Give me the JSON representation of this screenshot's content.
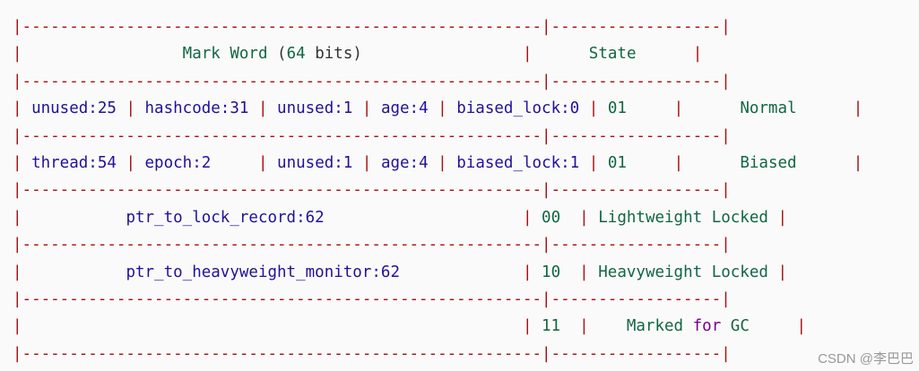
{
  "table": {
    "sep": "|-------------------------------------------------------|------------------|",
    "header": {
      "prefix": "|                 ",
      "w1": "Mark",
      "sp1": " ",
      "w2": "Word",
      "sp2": " (",
      "num": "64",
      "sp3": " ",
      "bits": "bits",
      "close": ")",
      "pad": "                 |      ",
      "state": "State",
      "end": "      |"
    },
    "rows": [
      {
        "segments": [
          {
            "t": "| ",
            "c": "red"
          },
          {
            "t": "unused:25",
            "c": "blue"
          },
          {
            "t": " | ",
            "c": "red"
          },
          {
            "t": "hashcode:31",
            "c": "blue"
          },
          {
            "t": " | ",
            "c": "red"
          },
          {
            "t": "unused:1",
            "c": "blue"
          },
          {
            "t": " | ",
            "c": "red"
          },
          {
            "t": "age:4",
            "c": "blue"
          },
          {
            "t": " | ",
            "c": "red"
          },
          {
            "t": "biased_lock:0",
            "c": "blue"
          },
          {
            "t": " | ",
            "c": "red"
          },
          {
            "t": "01",
            "c": "green"
          },
          {
            "t": "     |      ",
            "c": "red"
          },
          {
            "t": "Normal",
            "c": "green"
          },
          {
            "t": "      |",
            "c": "red"
          }
        ]
      },
      {
        "segments": [
          {
            "t": "| ",
            "c": "red"
          },
          {
            "t": "thread:54",
            "c": "blue"
          },
          {
            "t": " | ",
            "c": "red"
          },
          {
            "t": "epoch:2",
            "c": "blue"
          },
          {
            "t": "     | ",
            "c": "red"
          },
          {
            "t": "unused:1",
            "c": "blue"
          },
          {
            "t": " | ",
            "c": "red"
          },
          {
            "t": "age:4",
            "c": "blue"
          },
          {
            "t": " | ",
            "c": "red"
          },
          {
            "t": "biased_lock:1",
            "c": "blue"
          },
          {
            "t": " | ",
            "c": "red"
          },
          {
            "t": "01",
            "c": "green"
          },
          {
            "t": "     |      ",
            "c": "red"
          },
          {
            "t": "Biased",
            "c": "green"
          },
          {
            "t": "      |",
            "c": "red"
          }
        ]
      },
      {
        "segments": [
          {
            "t": "|           ",
            "c": "red"
          },
          {
            "t": "ptr_to_lock_record:62",
            "c": "blue"
          },
          {
            "t": "                     | ",
            "c": "red"
          },
          {
            "t": "00",
            "c": "green"
          },
          {
            "t": "  | ",
            "c": "red"
          },
          {
            "t": "Lightweight Locked",
            "c": "green"
          },
          {
            "t": " |",
            "c": "red"
          }
        ]
      },
      {
        "segments": [
          {
            "t": "|           ",
            "c": "red"
          },
          {
            "t": "ptr_to_heavyweight_monitor:62",
            "c": "blue"
          },
          {
            "t": "             | ",
            "c": "red"
          },
          {
            "t": "10",
            "c": "green"
          },
          {
            "t": "  | ",
            "c": "red"
          },
          {
            "t": "Heavyweight Locked",
            "c": "green"
          },
          {
            "t": " |",
            "c": "red"
          }
        ]
      },
      {
        "segments": [
          {
            "t": "|                                                     | ",
            "c": "red"
          },
          {
            "t": "11",
            "c": "green"
          },
          {
            "t": "  |    ",
            "c": "red"
          },
          {
            "t": "Marked",
            "c": "green"
          },
          {
            "t": " ",
            "c": "red"
          },
          {
            "t": "for",
            "c": "purple"
          },
          {
            "t": " ",
            "c": "red"
          },
          {
            "t": "GC",
            "c": "green"
          },
          {
            "t": "     |",
            "c": "red"
          }
        ]
      }
    ]
  },
  "watermark": "CSDN @李巴巴"
}
